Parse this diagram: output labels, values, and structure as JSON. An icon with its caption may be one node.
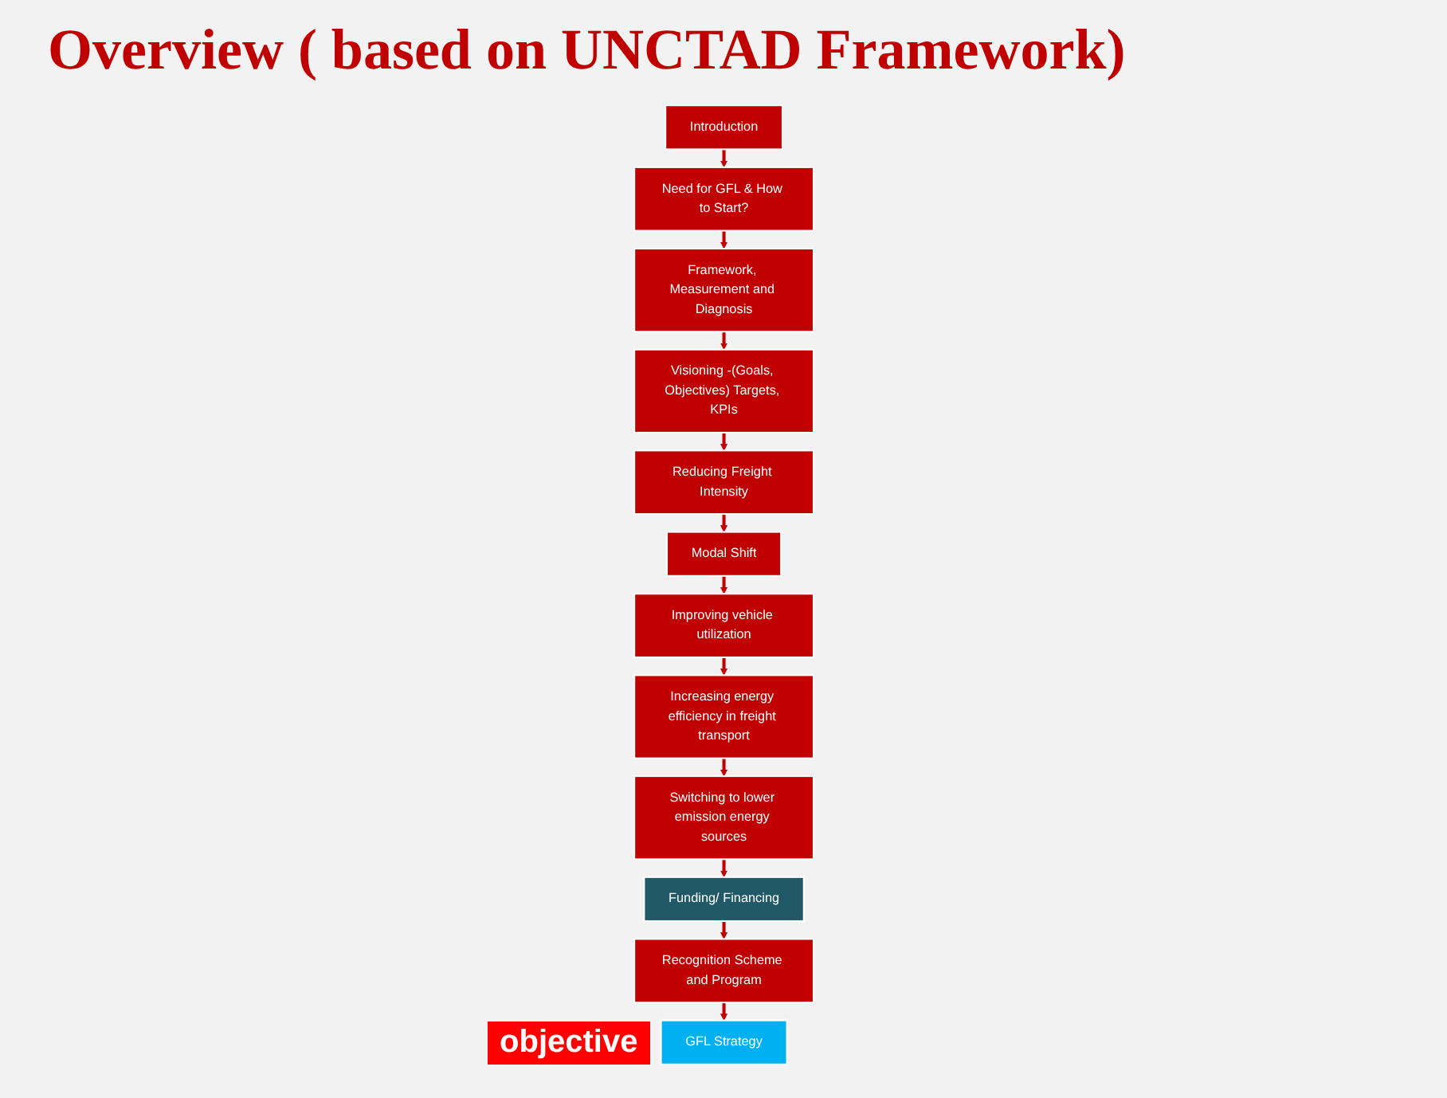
{
  "diagram": {
    "title": "Overview ( based on UNCTAD Framework)",
    "nodes": [
      {
        "text": [
          "Introduction"
        ]
      },
      {
        "text": [
          "Need for GFL & How to Start?"
        ]
      },
      {
        "text": [
          "Framework, Measurement and Diagnosis"
        ]
      },
      {
        "text": [
          "Modal Shift"
        ]
      },
      {
        "text": [
          "Reducing Freight Intensity"
        ]
      },
      {
        "text": [
          "Visioning -(Goals, Objectives) Targets, KPIs"
        ]
      },
      {
        "text": [
          "Improving vehicle utilization"
        ]
      },
      {
        "text": [
          "Increasing energy efficiency in freight transport"
        ]
      },
      {
        "text": [
          "Switching to lower emission energy sources"
        ]
      },
      {
        "text": [
          "GFL Strategy"
        ],
        "beside": [
          "objective"
        ]
      },
      {
        "text": [
          "Recognition Scheme and Program"
        ]
      },
      {
        "text": [
          "Funding/ Financing"
        ]
      }
    ],
    "edges": [
      {
        "from": 0,
        "to": 1,
        "arrow": "to"
      },
      {
        "from": 1,
        "to": 2,
        "arrow": "to"
      },
      {
        "from": 2,
        "to": 5,
        "arrow": "to"
      },
      {
        "from": 5,
        "to": 4,
        "arrow": "to"
      },
      {
        "from": 4,
        "to": 3,
        "arrow": "to"
      },
      {
        "from": 3,
        "to": 6,
        "arrow": "to"
      },
      {
        "from": 6,
        "to": 7,
        "arrow": "to"
      },
      {
        "from": 7,
        "to": 8,
        "arrow": "to"
      },
      {
        "from": 8,
        "to": 11,
        "arrow": "to"
      },
      {
        "from": 11,
        "to": 10,
        "arrow": "to"
      },
      {
        "from": 10,
        "to": 9,
        "arrow": "to"
      }
    ]
  }
}
